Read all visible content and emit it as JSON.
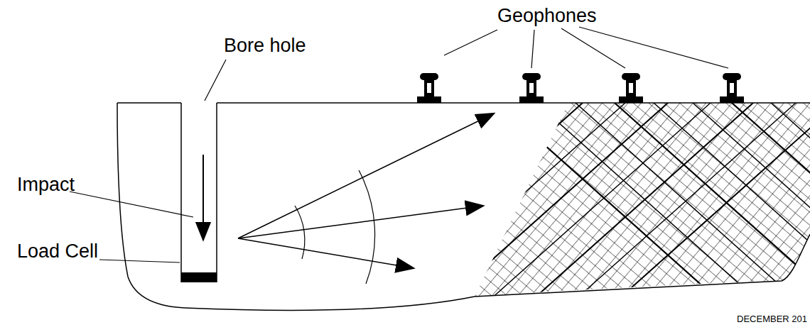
{
  "diagram": {
    "labels": [
      "Geophones",
      "Bore hole",
      "Impact",
      "Load Cell",
      "DECEMBER 201"
    ]
  }
}
